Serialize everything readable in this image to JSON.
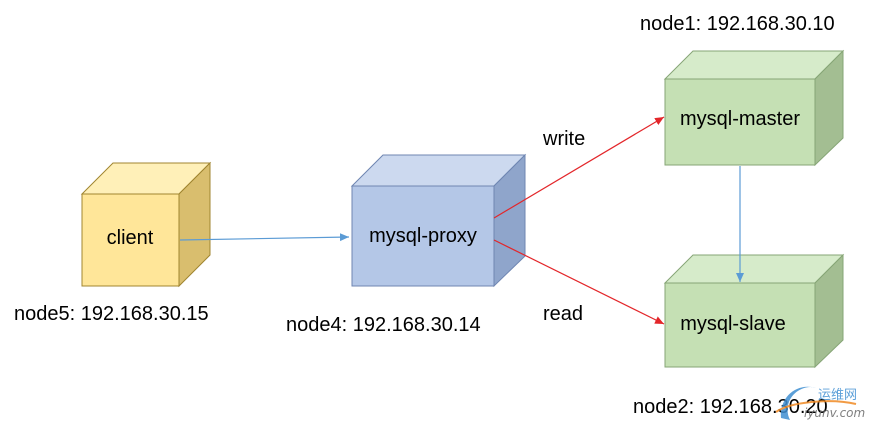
{
  "nodes": {
    "client": {
      "label": "client",
      "host": "node5: 192.168.30.15",
      "front": "#FFE699",
      "top": "#FFF0B8",
      "side": "#D9BE6E",
      "stroke": "#A08530"
    },
    "proxy": {
      "label": "mysql-proxy",
      "host": "node4: 192.168.30.14",
      "front": "#B4C7E7",
      "top": "#CCD9EF",
      "side": "#8FA5CB",
      "stroke": "#6F86B2"
    },
    "master": {
      "label": "mysql-master",
      "host": "node1: 192.168.30.10",
      "front": "#C5E0B4",
      "top": "#D6EBCA",
      "side": "#A3BE92",
      "stroke": "#86A576"
    },
    "slave": {
      "label": "mysql-slave",
      "host": "node2: 192.168.30.20",
      "front": "#C5E0B4",
      "top": "#D6EBCA",
      "side": "#A3BE92",
      "stroke": "#86A576"
    }
  },
  "edges": {
    "write_label": "write",
    "read_label": "read",
    "red": "#E3262A",
    "blue": "#5B9BD5"
  },
  "watermark": {
    "cn": "运维网",
    "en": "iyunv.com"
  }
}
